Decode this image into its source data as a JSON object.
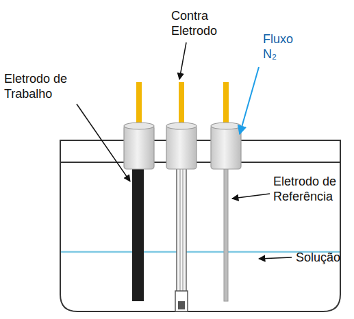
{
  "diagram": {
    "labels": [
      "Contra Eletrodo",
      "Eletrodo de Trabalho",
      "Fluxo N₂",
      "Eletrodo de Referência",
      "Solução"
    ]
  }
}
